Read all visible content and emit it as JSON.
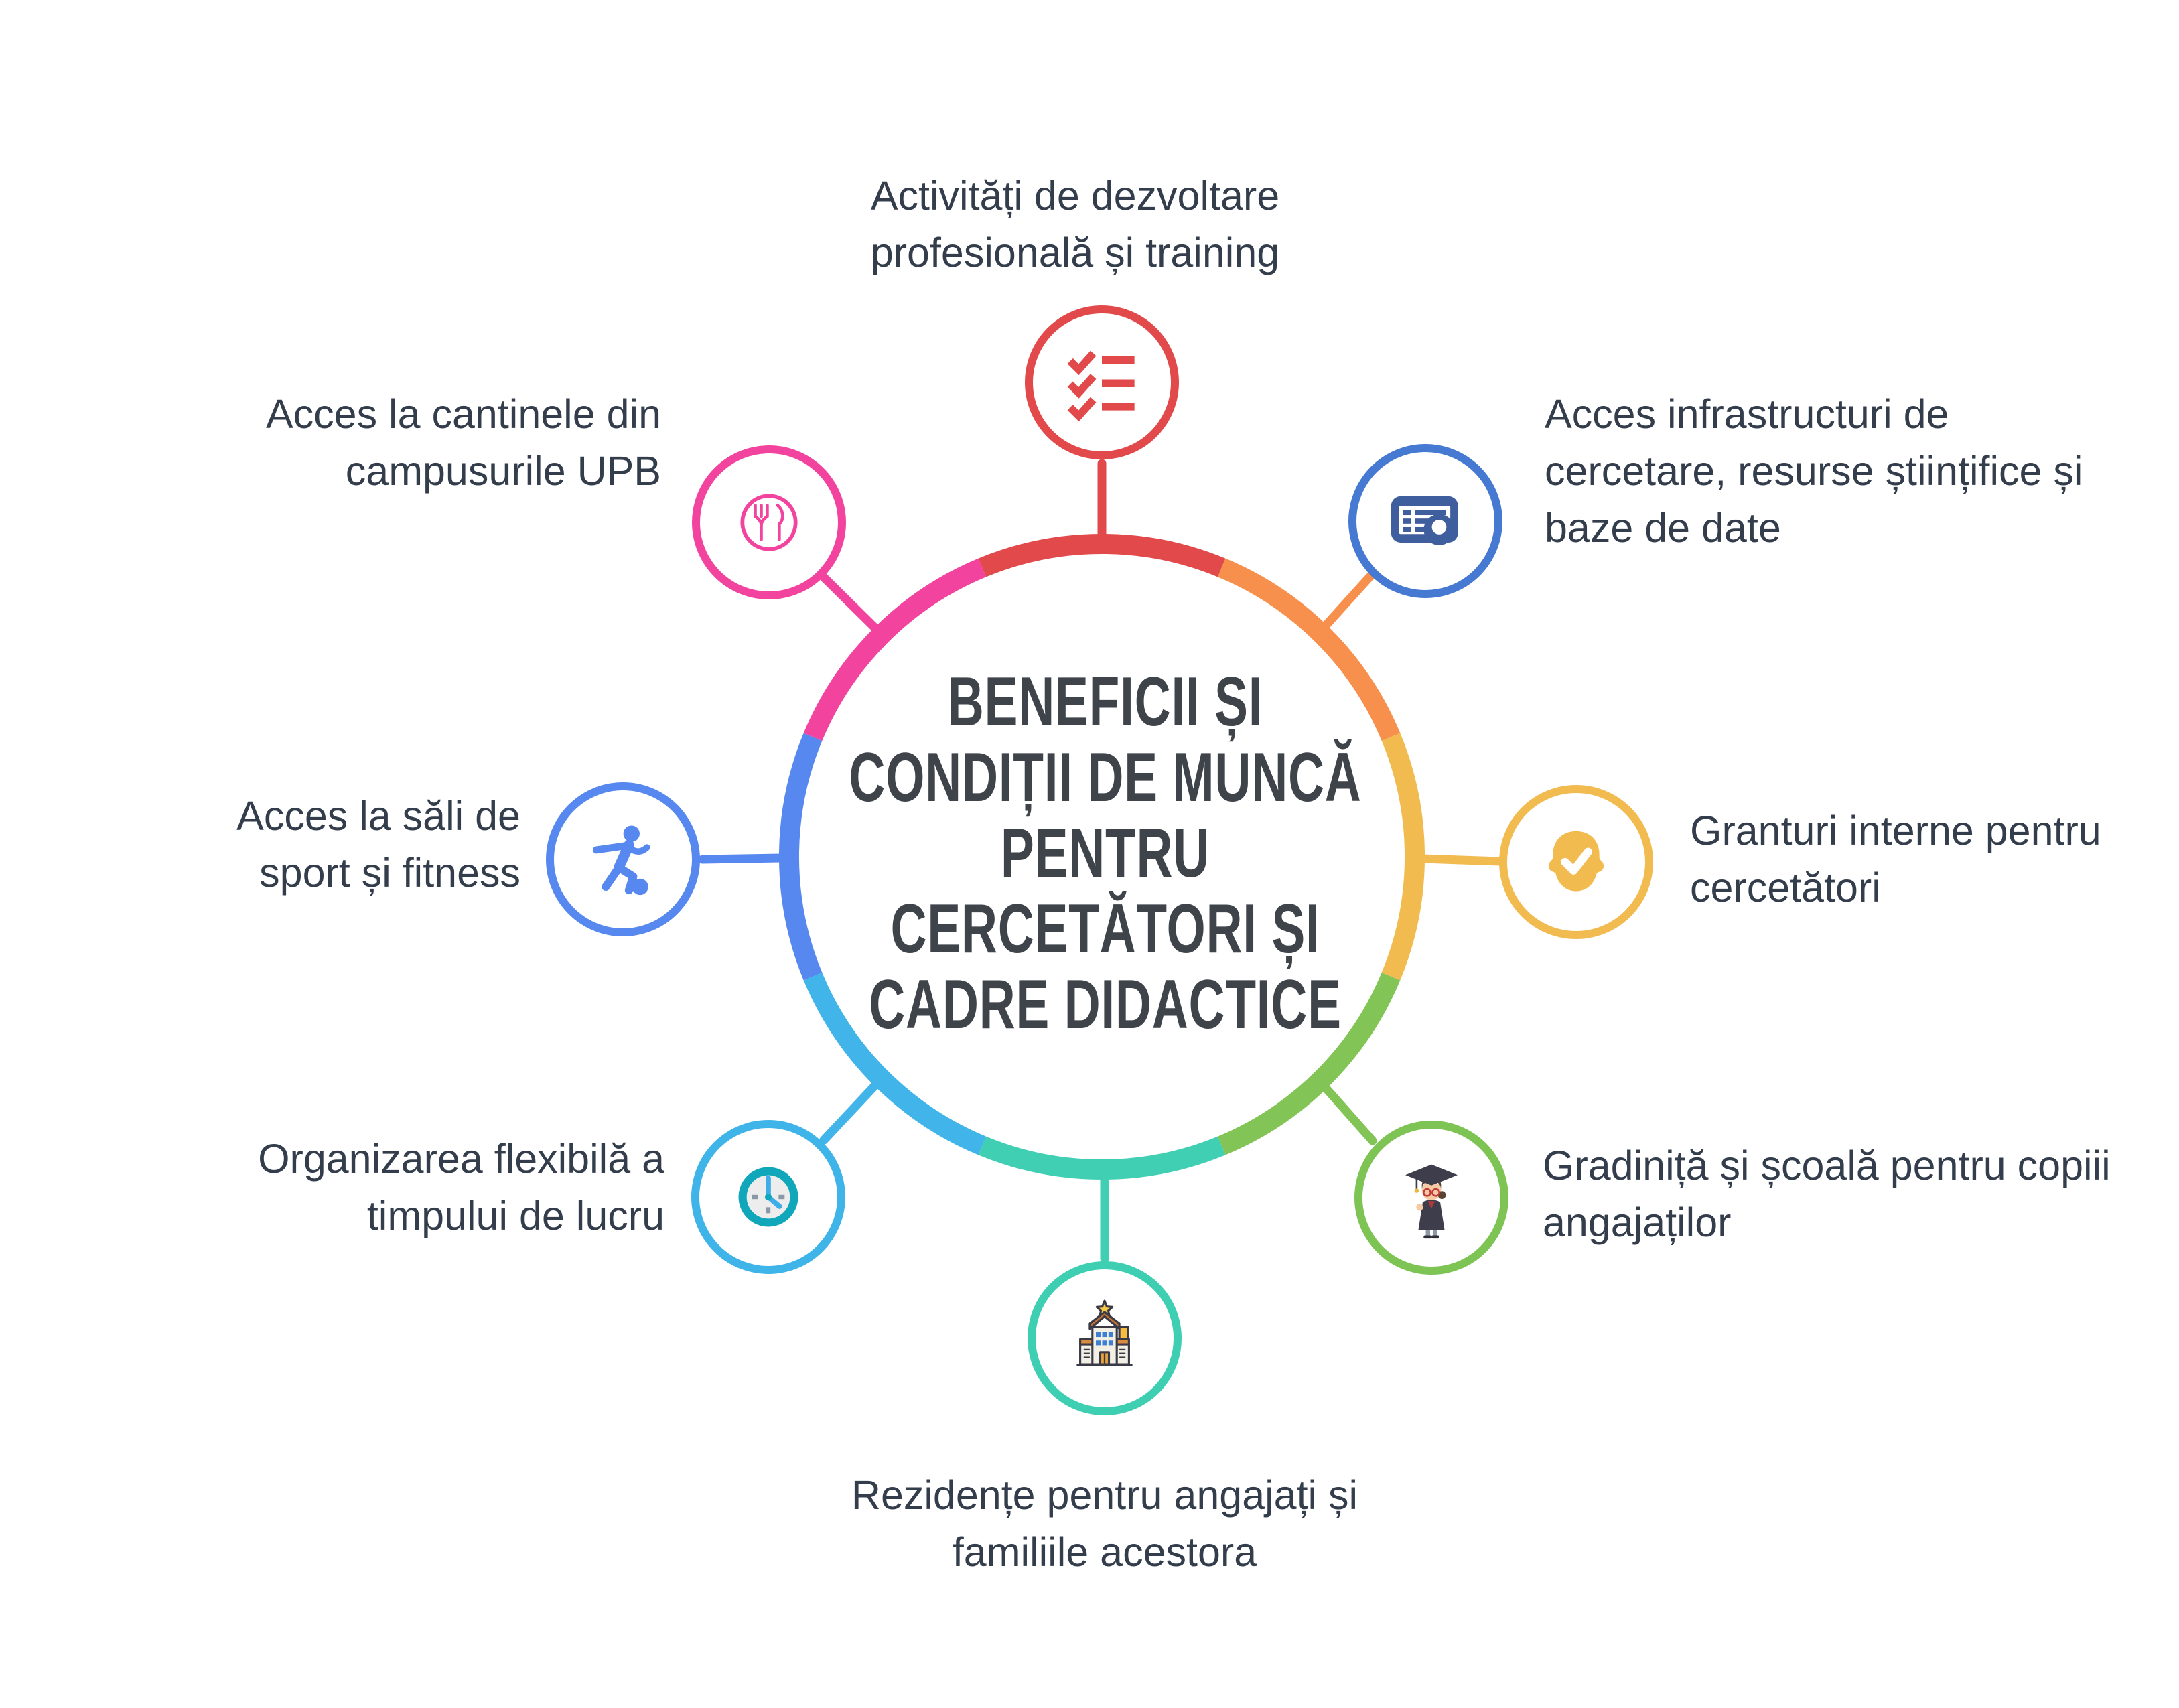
{
  "diagram": {
    "title": "BENEFICII ȘI\nCONDIȚII DE MUNCĂ\nPENTRU\nCERCETĂTORI ȘI\nCADRE DIDACTICE",
    "title_color": "#3F444B",
    "label_color": "#333D4B",
    "background": "#FFFFFF"
  },
  "ring": {
    "segments": [
      {
        "id": "top",
        "color": "#E2494B"
      },
      {
        "id": "top-right",
        "color": "#F78F4D"
      },
      {
        "id": "right",
        "color": "#F2BB50"
      },
      {
        "id": "bottom-right",
        "color": "#82C455"
      },
      {
        "id": "bottom",
        "color": "#41CFB4"
      },
      {
        "id": "bottom-left",
        "color": "#41B4E9"
      },
      {
        "id": "left",
        "color": "#5788EF"
      },
      {
        "id": "top-left",
        "color": "#F2449E"
      }
    ]
  },
  "satellites": [
    {
      "id": "training",
      "position": "top",
      "label": "Activități de dezvoltare\nprofesională și training",
      "icon": "checklist-icon",
      "circle_color": "#E2494B",
      "connector_color": "#E2494B"
    },
    {
      "id": "research-infrastructure",
      "position": "top-right",
      "label": "Acces infrastructuri de\ncercetare, resurse științifice și\nbaze de date",
      "icon": "database-search-icon",
      "circle_color": "#4679D2",
      "connector_color": "#F78F4D",
      "icon_color": "#3F5E9E"
    },
    {
      "id": "internal-grants",
      "position": "right",
      "label": "Granturi interne pentru\ncercetători",
      "icon": "approved-researcher-icon",
      "circle_color": "#F2BB50",
      "connector_color": "#F2BB50"
    },
    {
      "id": "kindergarten-school",
      "position": "bottom-right",
      "label": "Gradiniță și școală pentru copiii\nangajaților",
      "icon": "graduate-icon",
      "circle_color": "#7EC455",
      "connector_color": "#82C455"
    },
    {
      "id": "residences",
      "position": "bottom",
      "label": "Rezidențe pentru angajați și\nfamiliile acestora",
      "icon": "residence-building-icon",
      "circle_color": "#3ECFB3",
      "connector_color": "#41CFB4"
    },
    {
      "id": "flexible-time",
      "position": "bottom-left",
      "label": "Organizarea flexibilă a\ntimpului de lucru",
      "icon": "clock-icon",
      "circle_color": "#3FB4E9",
      "connector_color": "#41B4E9"
    },
    {
      "id": "sport-fitness",
      "position": "left",
      "label": "Acces la săli de\nsport și fitness",
      "icon": "football-player-icon",
      "circle_color": "#5788EF",
      "connector_color": "#5788EF"
    },
    {
      "id": "canteens",
      "position": "top-left",
      "label": "Acces la cantinele din\ncampusurile UPB",
      "icon": "cutlery-plate-icon",
      "circle_color": "#F2449E",
      "connector_color": "#F2449E"
    }
  ]
}
